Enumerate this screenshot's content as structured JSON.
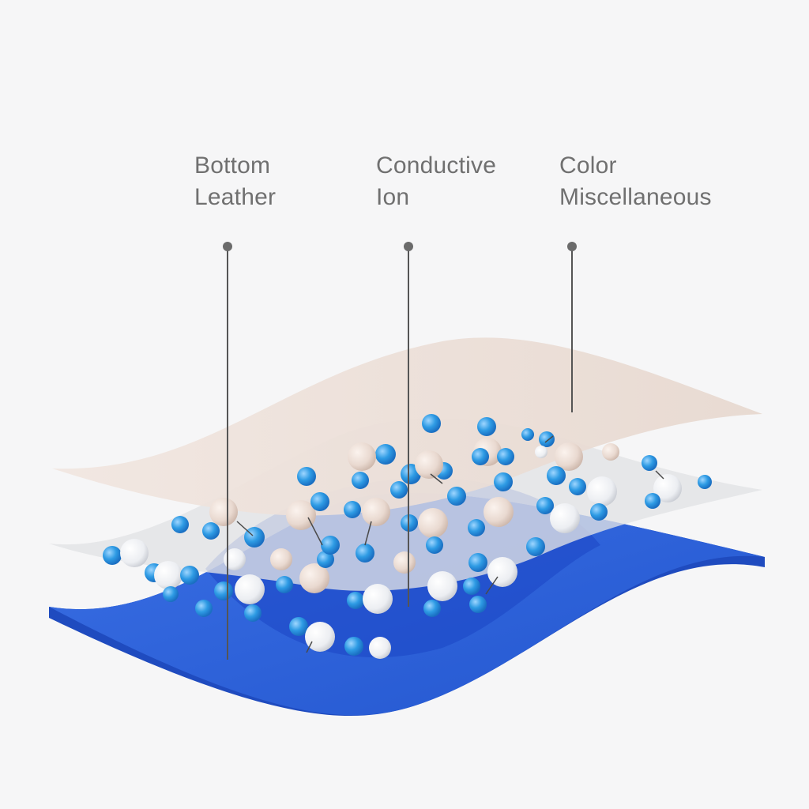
{
  "labels": [
    {
      "id": "bottom-leather",
      "lines": [
        "Bottom",
        "Leather"
      ]
    },
    {
      "id": "conductive-ion",
      "lines": [
        "Conductive",
        "Ion"
      ]
    },
    {
      "id": "color-miscellaneous",
      "lines": [
        "Color",
        "Miscellaneous"
      ]
    }
  ],
  "colors": {
    "background": "#f6f6f7",
    "top_layer": "#ecdfd8",
    "middle_layer": "#e4e4e6",
    "bottom_layer": "#2a5fd6",
    "bottom_layer_dark": "#1d45b8",
    "ion_blue": "#2e9be4",
    "ion_white": "#f4f5f7",
    "ion_beige": "#e9d9d0",
    "leader_line": "#555555",
    "text": "#707070"
  }
}
